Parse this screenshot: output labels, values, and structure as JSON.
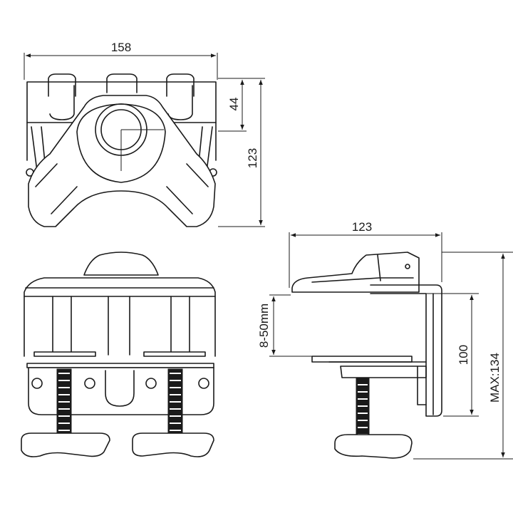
{
  "dimensions": {
    "top_width": "158",
    "top_height": "123",
    "top_knob_offset": "44",
    "side_width": "123",
    "side_clamp_range": "8-50mm",
    "side_height": "100",
    "side_max": "MAX:134"
  },
  "colors": {
    "line": "#1a1a1a",
    "background": "#ffffff"
  }
}
